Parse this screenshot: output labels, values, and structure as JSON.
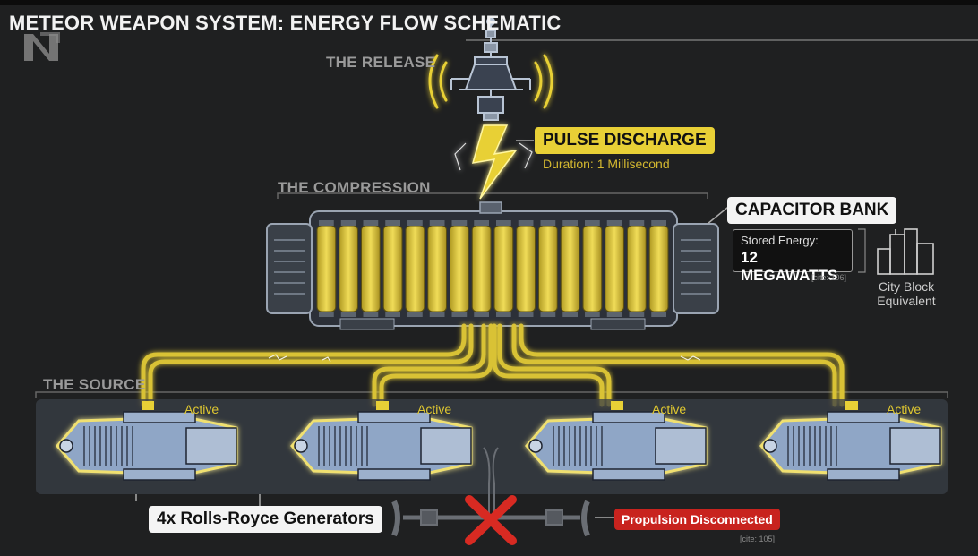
{
  "title": "METEOR WEAPON SYSTEM: ENERGY FLOW SCHEMATIC",
  "sections": {
    "release": "THE RELEASE",
    "compression": "THE COMPRESSION",
    "source": "THE SOURCE"
  },
  "pulse": {
    "label": "PULSE DISCHARGE",
    "duration": "Duration: 1 Millisecond"
  },
  "capacitor": {
    "label": "CAPACITOR BANK",
    "stored_label": "Stored Energy:",
    "stored_value": "12 MEGAWATTS",
    "cite": "[cite: 106]",
    "cell_count": 16,
    "equivalent_line1": "City Block",
    "equivalent_line2": "Equivalent"
  },
  "generators": {
    "count_label": "4x Rolls-Royce Generators",
    "status": [
      "Active",
      "Active",
      "Active",
      "Active"
    ]
  },
  "propulsion": {
    "label": "Propulsion Disconnected",
    "cite": "[cite: 105]"
  },
  "colors": {
    "background": "#1f2021",
    "energy_yellow": "#e8d036",
    "turbine_blue": "#8fa6c6",
    "alert_red": "#c8231e"
  }
}
